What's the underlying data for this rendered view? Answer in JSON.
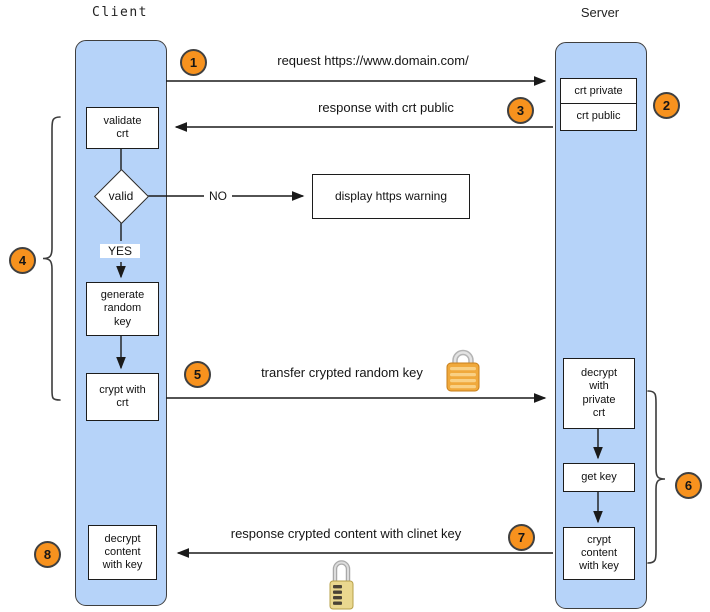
{
  "header": {
    "client": "Client",
    "server": "Server"
  },
  "client": {
    "validate_crt": "validate\ncrt",
    "valid": "valid",
    "yes": "YES",
    "no": "NO",
    "generate_key": "generate\nrandom\nkey",
    "crypt_with_crt": "crypt with\ncrt",
    "decrypt_content": "decrypt\ncontent\nwith key"
  },
  "server": {
    "crt_private": "crt private",
    "crt_public": "crt public",
    "decrypt_private": "decrypt\nwith\nprivate\ncrt",
    "get_key": "get key",
    "crypt_content": "crypt\ncontent\nwith key"
  },
  "messages": {
    "request": "request https://www.domain.com/",
    "response_public": "response with crt public",
    "display_warning": "display https warning",
    "transfer_key": "transfer crypted random key",
    "response_content": "response crypted content with clinet key"
  },
  "steps": [
    "1",
    "2",
    "3",
    "4",
    "5",
    "6",
    "7",
    "8"
  ],
  "icons": {
    "transfer_lock": "lock-closed-icon",
    "response_lock": "combination-lock-icon"
  },
  "colors": {
    "column_fill": "#B6D3F9",
    "column_border": "#3f3f3f",
    "circle_fill": "#F7921E",
    "circle_border": "#404040",
    "line_color": "#1a1a1a"
  }
}
